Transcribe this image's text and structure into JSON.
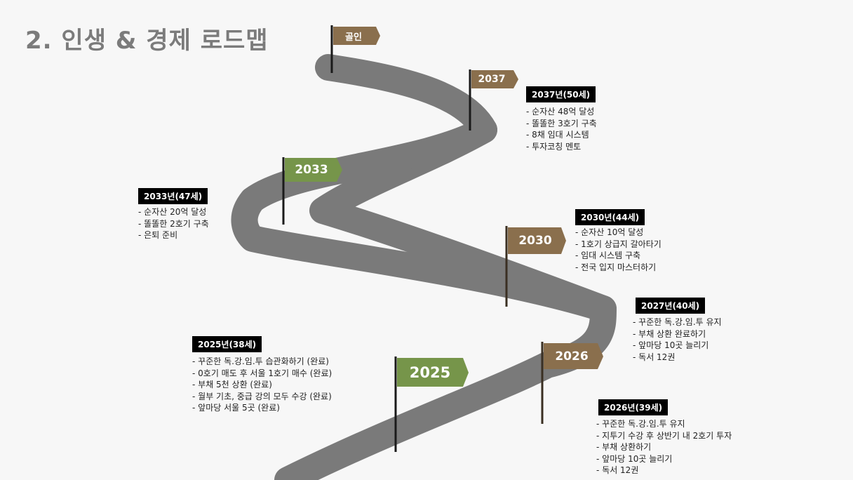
{
  "title": "2. 인생 & 경제 로드맵",
  "colors": {
    "road": "#7a7a7a",
    "flag_brown": "#8a6f4d",
    "flag_green": "#76954a",
    "pole": "#1a1a1a"
  },
  "flags": {
    "goal": "골인",
    "y2037": "2037",
    "y2033": "2033",
    "y2030": "2030",
    "y2026": "2026",
    "y2025": "2025"
  },
  "milestones": {
    "m2037": {
      "tag": "2037년(50세)",
      "items": [
        "순자산 48억 달성",
        "똘똘한 3호기 구축",
        "8채 임대 시스템",
        "투자코칭 멘토"
      ]
    },
    "m2033": {
      "tag": "2033년(47세)",
      "items": [
        "순자산 20억 달성",
        "똘똘한 2호기 구축",
        "은퇴 준비"
      ]
    },
    "m2030": {
      "tag": "2030년(44세)",
      "items": [
        "순자산 10억 달성",
        "1호기 상급지 갈아타기",
        "임대 시스템 구축",
        "전국 입지 마스터하기"
      ]
    },
    "m2027": {
      "tag": "2027년(40세)",
      "items": [
        "꾸준한 독.강.임.투 유지",
        "부채 상환 완료하기",
        "앞마당 10곳 늘리기",
        "독서 12권"
      ]
    },
    "m2025": {
      "tag": "2025년(38세)",
      "items": [
        "꾸준한 독.강.임.투 습관화하기 (완료)",
        "0호기 매도 후 서울 1호기 매수 (완료)",
        "부채 5천 상환 (완료)",
        "월부 기초, 중급 강의 모두 수강 (완료)",
        "앞마당 서울 5곳 (완료)"
      ]
    },
    "m2026": {
      "tag": "2026년(39세)",
      "items": [
        "꾸준한 독.강.임.투 유지",
        "지투기 수강 후 상반기 내 2호기 투자",
        "부채 상환하기",
        "앞마당 10곳 늘리기",
        "독서 12권"
      ]
    }
  }
}
